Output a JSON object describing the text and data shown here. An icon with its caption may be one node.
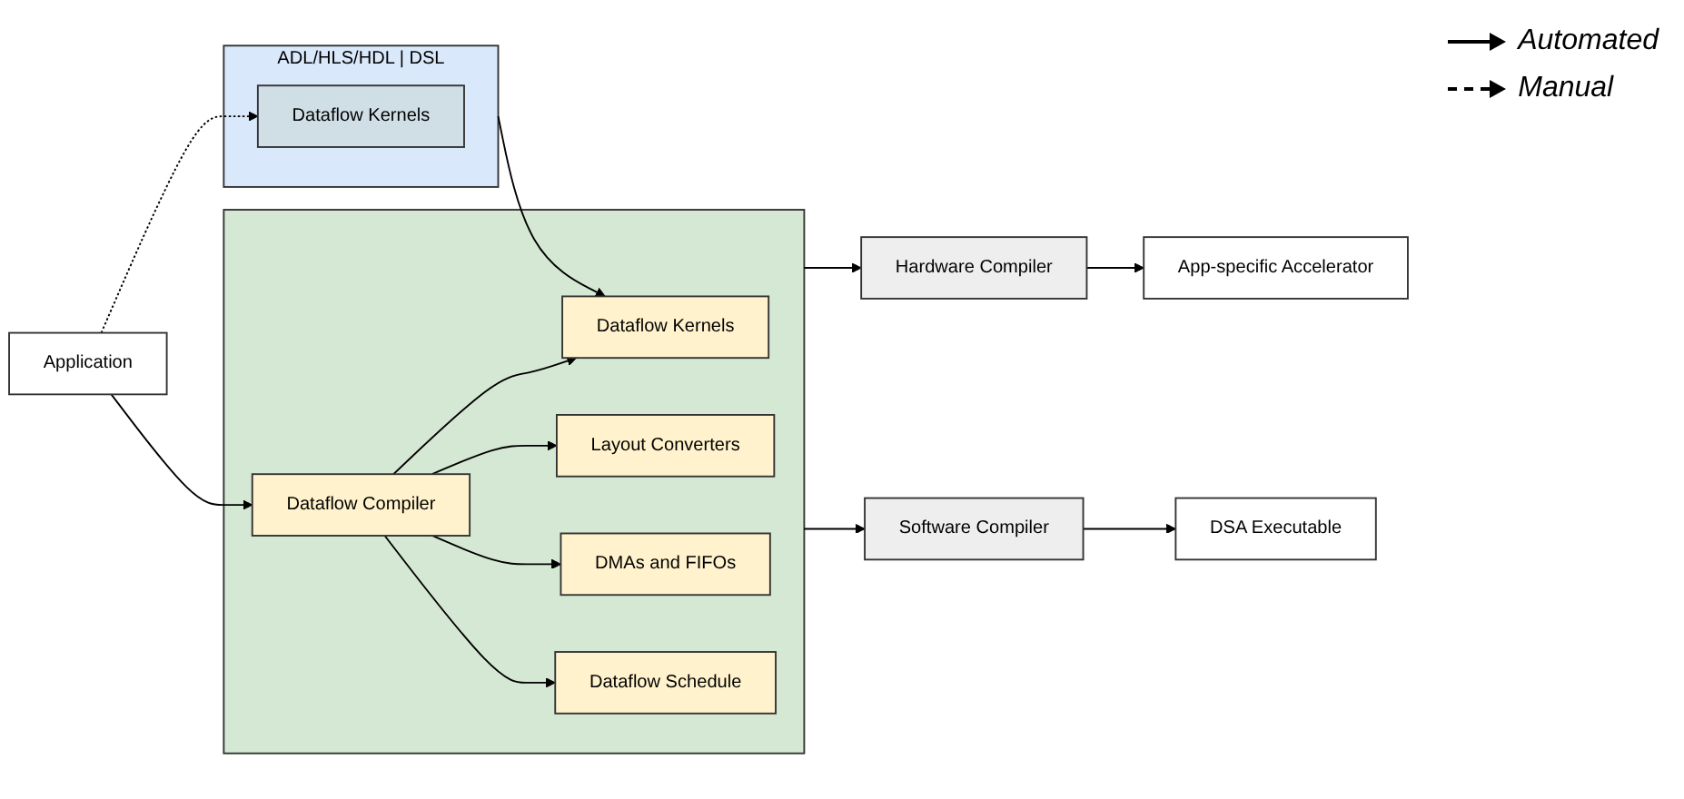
{
  "diagram": {
    "nodes": [
      {
        "text": [
          "Application"
        ]
      },
      {
        "text": [
          "ADL/HLS/HDL | DSL"
        ]
      },
      {
        "text": [
          "Dataflow Kernels"
        ],
        "in": 1
      },
      {
        "text": [],
        "shape": "box"
      },
      {
        "text": [
          "Dataflow Compiler"
        ],
        "in": 3
      },
      {
        "text": [
          "Dataflow Kernels"
        ],
        "in": 3
      },
      {
        "text": [
          "Layout Converters"
        ],
        "in": 3
      },
      {
        "text": [
          "DMAs and FIFOs"
        ],
        "in": 3
      },
      {
        "text": [
          "Dataflow Schedule"
        ],
        "in": 3
      },
      {
        "text": [
          "Hardware Compiler"
        ]
      },
      {
        "text": [
          "App-specific Accelerator"
        ]
      },
      {
        "text": [
          "Software Compiler"
        ]
      },
      {
        "text": [
          "DSA Executable"
        ]
      }
    ],
    "edges": [
      {
        "from": 0,
        "to": 2,
        "arrow": "to",
        "style": "dashed"
      },
      {
        "from": 1,
        "to": 5,
        "arrow": "to"
      },
      {
        "from": 0,
        "to": 4,
        "arrow": "to"
      },
      {
        "from": 4,
        "to": 5,
        "arrow": "to"
      },
      {
        "from": 4,
        "to": 6,
        "arrow": "to"
      },
      {
        "from": 4,
        "to": 7,
        "arrow": "to"
      },
      {
        "from": 4,
        "to": 8,
        "arrow": "to"
      },
      {
        "from": 3,
        "to": 9,
        "arrow": "to"
      },
      {
        "from": 3,
        "to": 11,
        "arrow": "to"
      },
      {
        "from": 9,
        "to": 10,
        "arrow": "to"
      },
      {
        "from": 11,
        "to": 12,
        "arrow": "to"
      }
    ],
    "legend": [
      {
        "text": "Automated"
      },
      {
        "text": "Manual"
      }
    ]
  }
}
